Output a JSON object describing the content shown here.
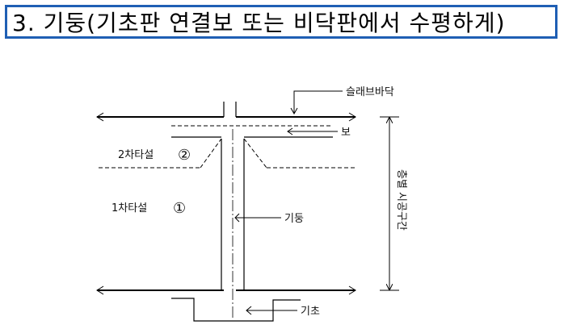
{
  "title": "3. 기둥(기초판 연결보 또는 비닥판에서 수평하게)",
  "labels": {
    "slab_floor": "슬래브바닥",
    "beam": "보",
    "pour2": "2차타설",
    "pour2_num": "②",
    "pour1": "1차타설",
    "pour1_num": "①",
    "column": "기둥",
    "floor_section": "층별 시공구간",
    "footing": "기초"
  },
  "colors": {
    "title_border": "#1f5fb4",
    "line": "#000000"
  }
}
